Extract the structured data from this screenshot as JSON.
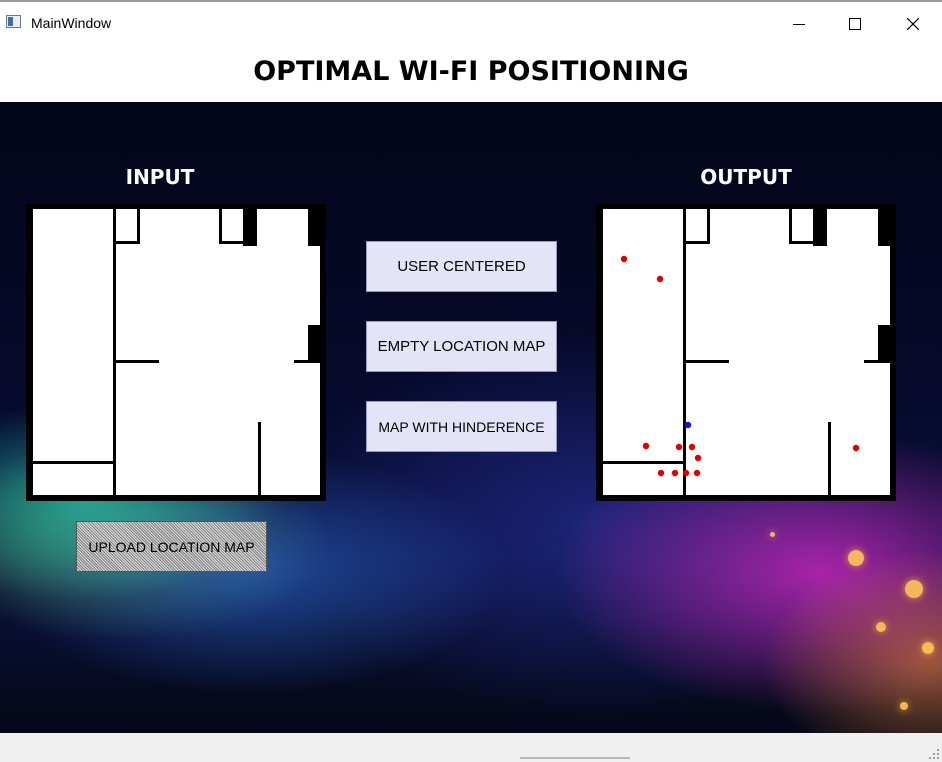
{
  "window": {
    "title": "MainWindow",
    "controls": [
      "minimize-icon",
      "maximize-icon",
      "close-icon"
    ]
  },
  "header": {
    "title": "OPTIMAL WI-FI POSITIONING"
  },
  "panels": {
    "input_label": "INPUT",
    "output_label": "OUTPUT"
  },
  "actions": {
    "user_centered": "USER CENTERED",
    "empty_location_map": "EMPTY LOCATION MAP",
    "map_with_hinderence": "MAP WITH HINDERENCE",
    "upload_location_map": "UPLOAD LOCATION MAP"
  },
  "colors": {
    "user_marker": "#e00000",
    "router_marker": "#1010e0",
    "wall": "#000000",
    "floor": "#ffffff",
    "button_bg": "#e4e4f8"
  }
}
